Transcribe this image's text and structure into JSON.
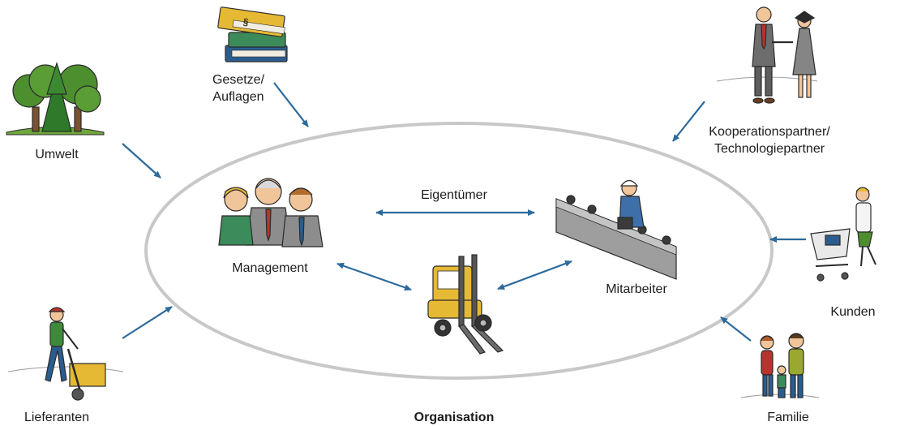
{
  "title": "Organisation",
  "stakeholders": {
    "gesetze": "Gesetze/",
    "auflagen": "Auflagen",
    "umwelt": "Umwelt",
    "lieferanten": "Lieferanten",
    "kooperation": "Kooperationspartner/",
    "technologie": "Technologiepartner",
    "kunden": "Kunden",
    "familie": "Familie"
  },
  "internal": {
    "eigentuemer": "Eigentümer",
    "management": "Management",
    "mitarbeiter": "Mitarbeiter"
  },
  "colors": {
    "arrow": "#2c6a9c",
    "ellipse": "#c8c8c8",
    "text": "#1c1c1c"
  },
  "icons": {
    "gesetze": "book-stack-icon",
    "umwelt": "trees-icon",
    "lieferanten": "delivery-worker-icon",
    "kooperation": "handshake-graduates-icon",
    "kunden": "shopping-cart-customer-icon",
    "familie": "family-icon",
    "management": "management-people-icon",
    "mitarbeiter": "assembly-line-worker-icon",
    "eigentuemer": "forklift-icon"
  }
}
